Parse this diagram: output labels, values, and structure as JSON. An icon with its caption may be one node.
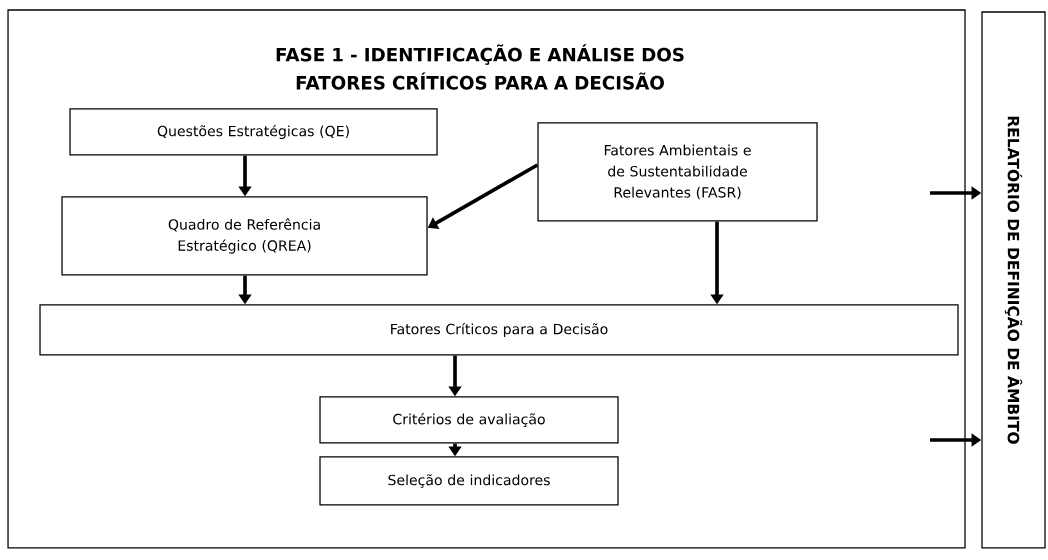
{
  "diagram": {
    "nodes": [
      {
        "text": [
          "FASE 1 - IDENTIFICAÇÃO E ANÁLISE DOS FATORES CRÍTICOS PARA A DECISÃO"
        ]
      },
      {
        "text": [
          "Questões Estratégicas (QE)"
        ],
        "in": 0
      },
      {
        "text": [
          "Fatores Ambientais e de Sustentabilidade Relevantes (FASR)"
        ],
        "in": 0
      },
      {
        "text": [
          "Quadro de Referência Estratégico (QREA)"
        ],
        "in": 0
      },
      {
        "text": [
          "Fatores Críticos para a Decisão"
        ],
        "in": 0
      },
      {
        "text": [
          "Critérios de avaliação"
        ],
        "in": 0
      },
      {
        "text": [
          "Seleção de indicadores"
        ],
        "in": 0
      },
      {
        "text": [
          "RELATÓRIO DE DEFINIÇÃO DE ÂMBITO"
        ]
      }
    ],
    "edges": [
      {
        "from": 1,
        "to": 3,
        "arrow": "to"
      },
      {
        "from": 2,
        "to": 3,
        "arrow": "to"
      },
      {
        "from": 3,
        "to": 4,
        "arrow": "to"
      },
      {
        "from": 2,
        "to": 4,
        "arrow": "to"
      },
      {
        "from": 4,
        "to": 5,
        "arrow": "to"
      },
      {
        "from": 5,
        "to": 6,
        "arrow": "to"
      },
      {
        "from": null,
        "to": 7,
        "arrow": "to"
      },
      {
        "from": null,
        "to": 7,
        "arrow": "to"
      }
    ]
  }
}
